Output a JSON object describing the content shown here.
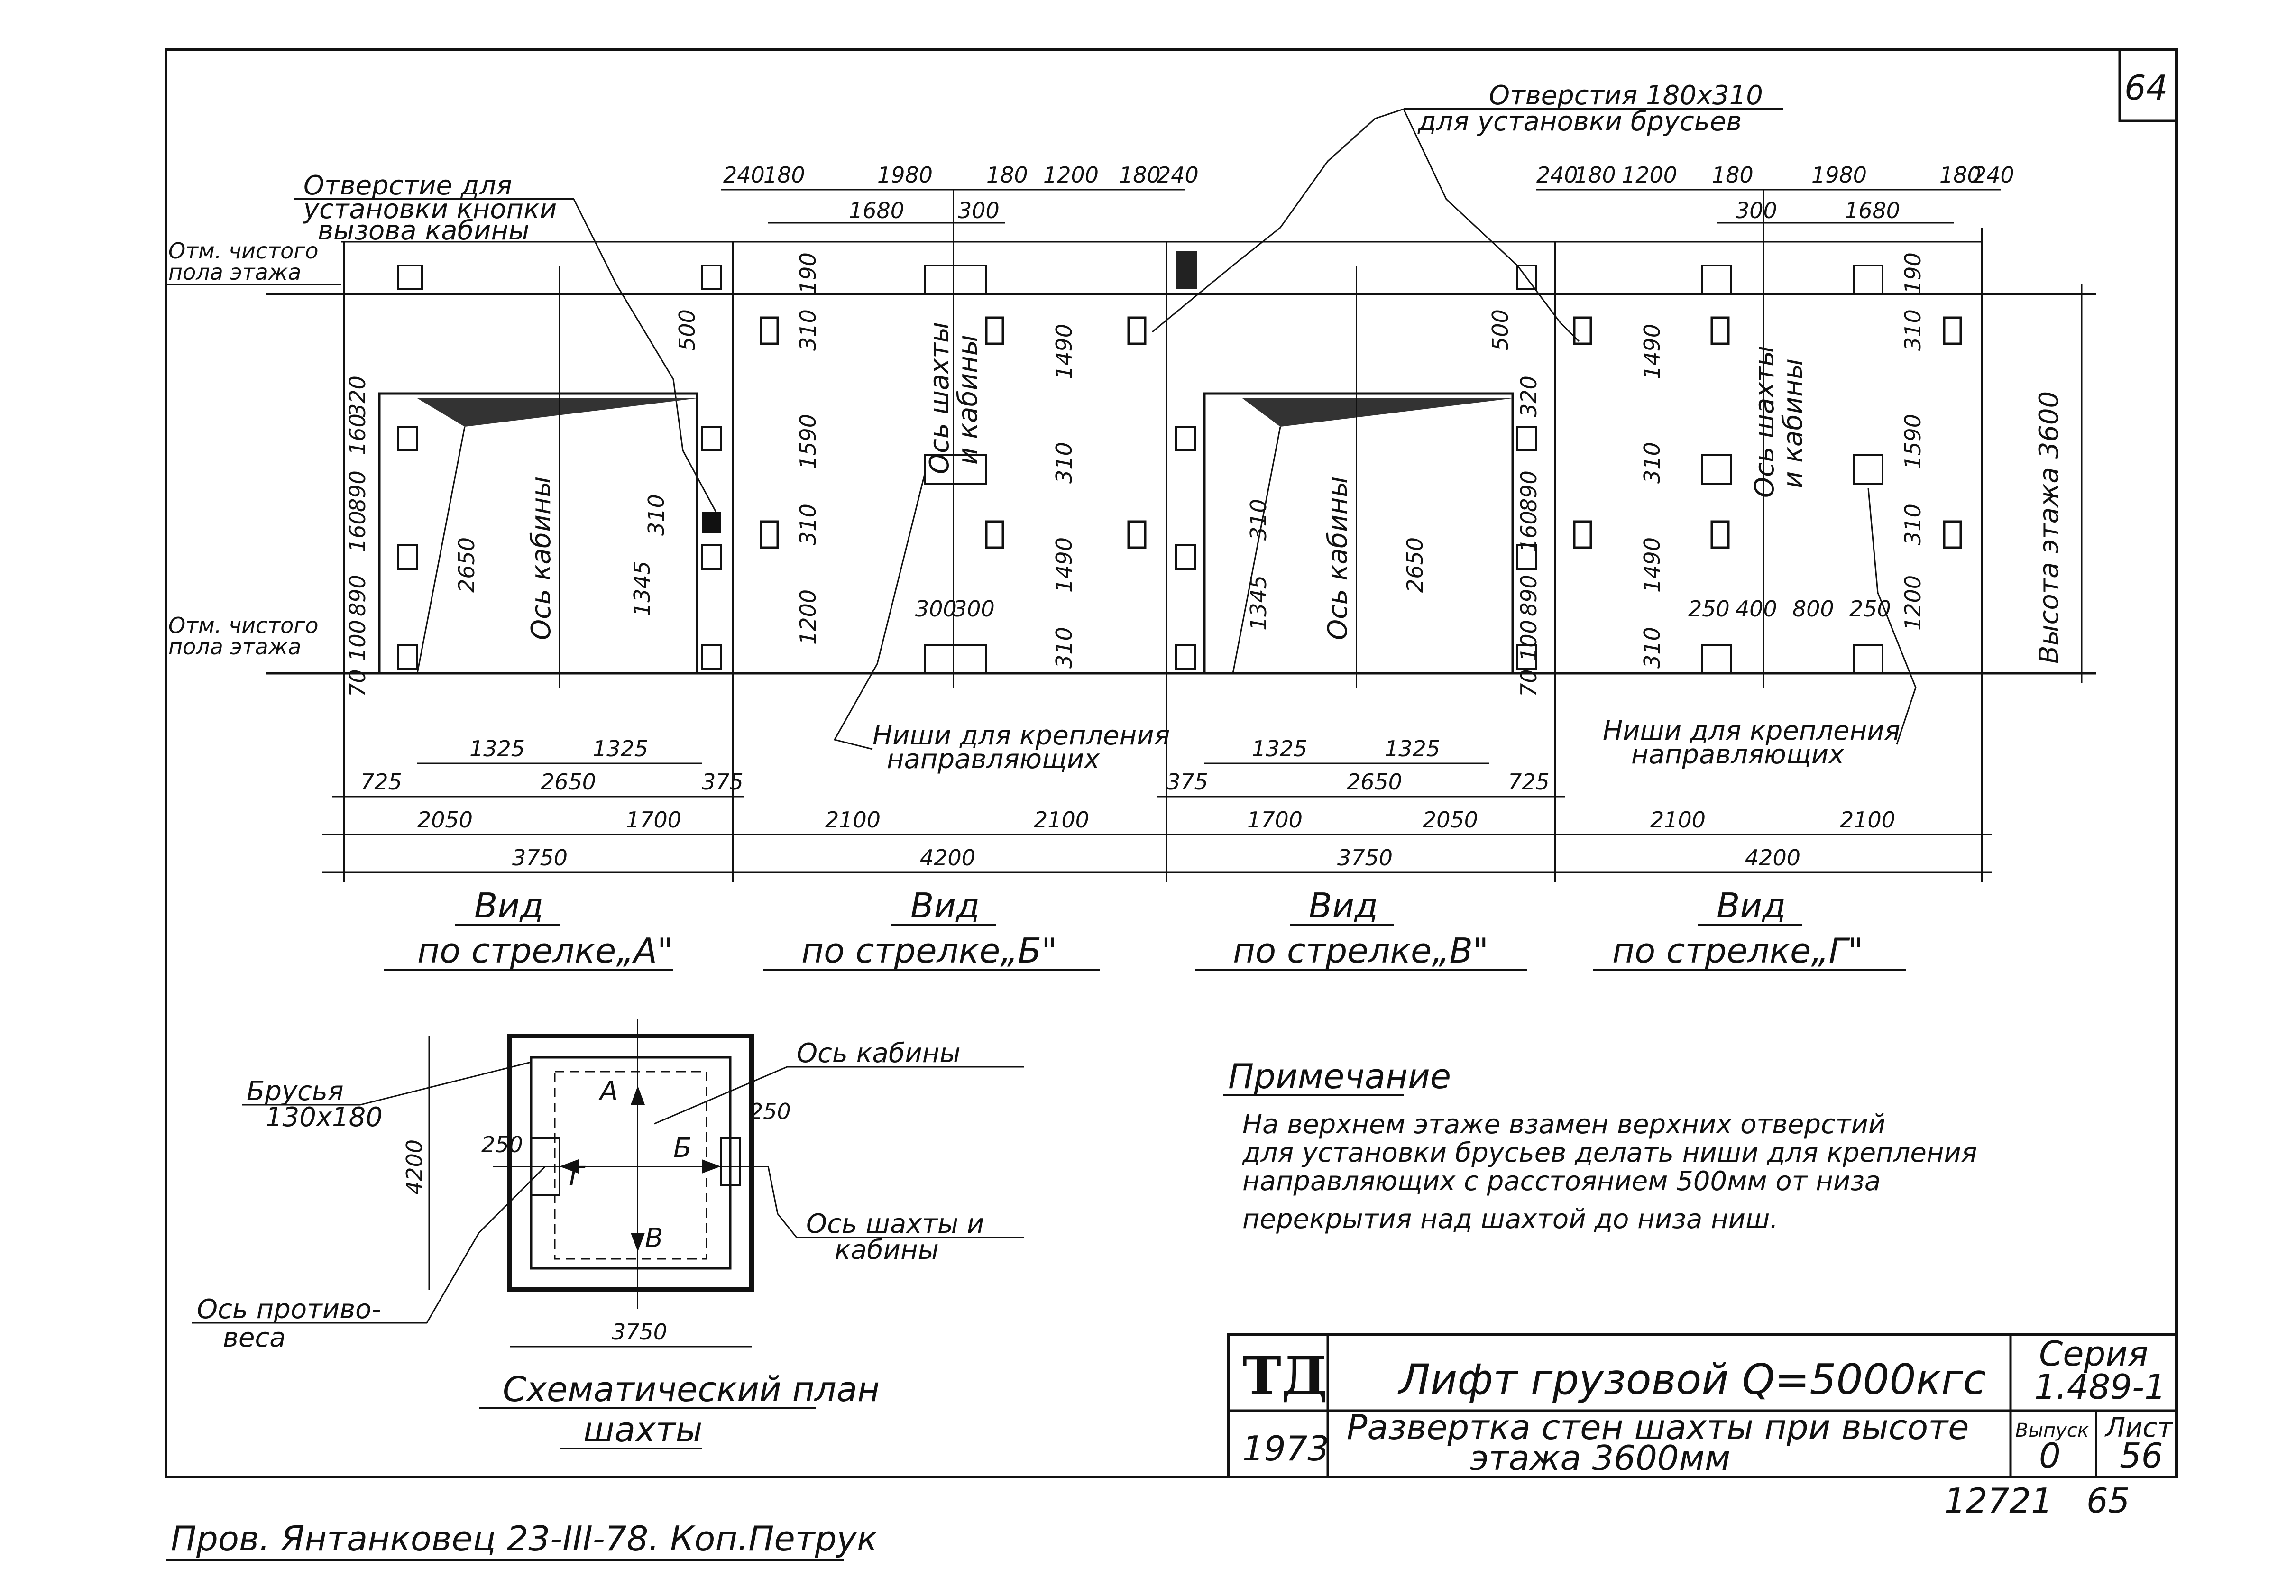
{
  "sheet": {
    "page_number": "64",
    "bottom_numbers": [
      "12721",
      "65"
    ],
    "signature": "Пров. Янтанковец 23-III-78. Коп.Петрук"
  },
  "top": {
    "holes_label_1": "Отверстия 180х310",
    "holes_label_2": "для установки брусьев",
    "button_hole_1": "Отверстие для",
    "button_hole_2": "установки кнопки",
    "button_hole_3": "вызова кабины",
    "floor_mark_top_1": "Отм. чистого",
    "floor_mark_top_2": "пола этажа",
    "floor_mark_bottom_1": "Отм. чистого",
    "floor_mark_bottom_2": "пола этажа",
    "floor_height": "Высота этажа 3600"
  },
  "views": {
    "a": {
      "v1": "Вид",
      "v2": "по стрелке„А\""
    },
    "b": {
      "v1": "Вид",
      "v2": "по стрелке„Б\""
    },
    "c": {
      "v1": "Вид",
      "v2": "по стрелке„В\""
    },
    "d": {
      "v1": "Вид",
      "v2": "по стрелке„Г\""
    }
  },
  "labels": {
    "cabin_axis": "Ось кабины",
    "shaft_axis_1": "Ось шахты",
    "shaft_axis_2": "и кабины",
    "niches_1": "Ниши для крепления",
    "niches_2": "направляющих"
  },
  "dims": {
    "top_b": [
      "240",
      "180",
      "1980",
      "180",
      "1200",
      "180",
      "240"
    ],
    "top_b2": [
      "1680",
      "300"
    ],
    "top_d": [
      "240",
      "180",
      "1200",
      "180",
      "1980",
      "180",
      "240"
    ],
    "top_d2": [
      "300",
      "1680"
    ],
    "a_row1": [
      "1325",
      "1325"
    ],
    "a_row2": [
      "725",
      "2650",
      "375"
    ],
    "a_row3": [
      "2050",
      "1700"
    ],
    "a_row4": [
      "3750"
    ],
    "b_row3": [
      "2100",
      "2100"
    ],
    "b_row4": [
      "4200"
    ],
    "c_row1": [
      "1325",
      "1325"
    ],
    "c_row2": [
      "375",
      "2650",
      "725"
    ],
    "c_row3": [
      "1700",
      "2050"
    ],
    "c_row4": [
      "3750"
    ],
    "d_row3": [
      "2100",
      "2100"
    ],
    "d_row4": [
      "4200"
    ],
    "a_vert": [
      "70",
      "100",
      "890",
      "160",
      "890",
      "160",
      "320"
    ],
    "a_inner": [
      "2650",
      "1345",
      "310",
      "500"
    ],
    "b_vert": [
      "190",
      "310",
      "1590",
      "310",
      "1200",
      "1490",
      "310",
      "1490",
      "310"
    ],
    "b_niche": [
      "300",
      "300"
    ],
    "c_vert": [
      "500",
      "320",
      "890",
      "160",
      "890",
      "100",
      "70"
    ],
    "c_inner": [
      "1345",
      "310",
      "2650"
    ],
    "d_vert": [
      "310",
      "1490",
      "310",
      "1490",
      "310",
      "1590",
      "310",
      "190",
      "1200"
    ],
    "d_niche": [
      "250",
      "400",
      "800",
      "250"
    ]
  },
  "plan": {
    "title_1": "Схематический план",
    "title_2": "шахты",
    "beams_1": "Брусья",
    "beams_2": "130х180",
    "cabin_axis": "Ось кабины",
    "shaft_axis_1": "Ось шахты и",
    "shaft_axis_2": "кабины",
    "counter_1": "Ось противо-",
    "counter_2": "веса",
    "dim_height": "4200",
    "dim_width": "3750",
    "dim_250_left": "250",
    "dim_250_right": "250",
    "arrow_a": "А",
    "arrow_b": "Б",
    "arrow_v": "В",
    "arrow_g": "Г"
  },
  "note": {
    "heading": "Примечание",
    "lines": [
      "На верхнем этаже взамен верхних отверстий",
      "для установки брусьев делать ниши для крепления",
      "направляющих с расстоянием 500мм от низа",
      "перекрытия над шахтой до низа ниш."
    ]
  },
  "title_block": {
    "logo": "ТД",
    "year": "1973",
    "title": "Лифт грузовой Q=5000кгс",
    "subtitle_1": "Развертка стен шахты при высоте",
    "subtitle_2": "этажа 3600мм",
    "series_label": "Серия",
    "series_value": "1.489-1",
    "issue_label": "Выпуск",
    "issue_value": "0",
    "sheet_label": "Лист",
    "sheet_value": "56"
  }
}
